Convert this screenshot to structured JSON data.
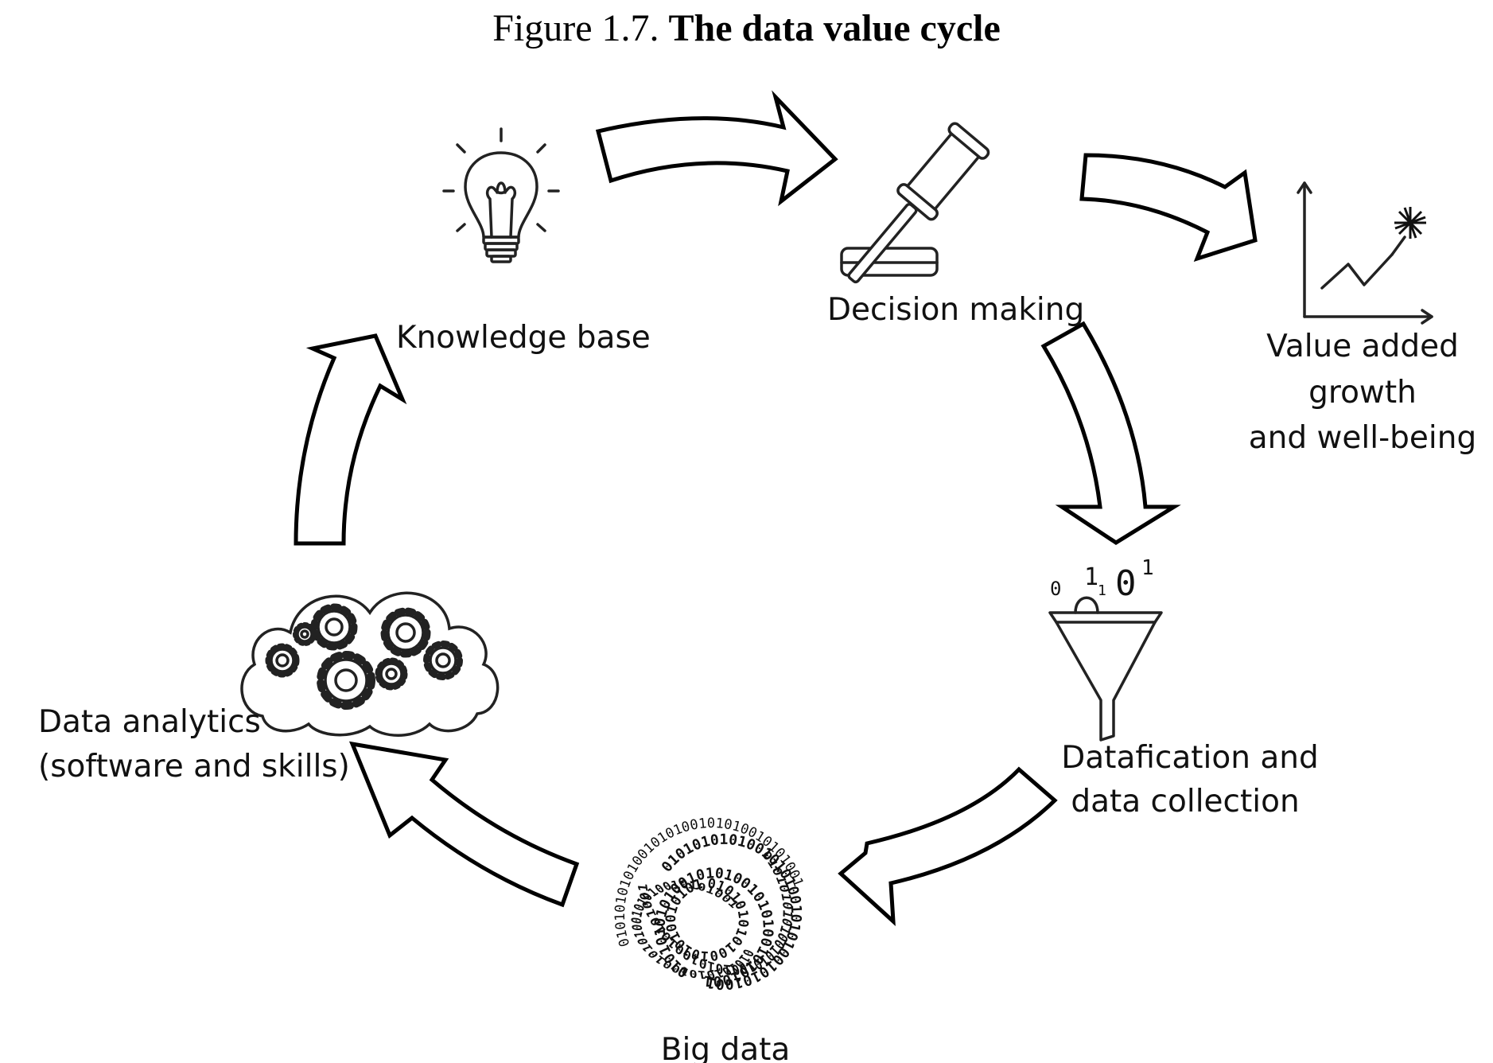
{
  "figure": {
    "number": "Figure 1.7.",
    "title": "The data value cycle"
  },
  "nodes": {
    "knowledge_base": "Knowledge base",
    "decision_making": "Decision making",
    "value_added": [
      "Value added",
      "growth",
      "and well-being"
    ],
    "datafication": [
      "Datafication and",
      "data collection"
    ],
    "big_data": "Big data",
    "data_analytics": [
      "Data analytics",
      "(software and skills)"
    ]
  },
  "icons": {
    "knowledge_base": "lightbulb-icon",
    "decision_making": "gavel-icon",
    "value_added": "growth-chart-icon",
    "datafication": "funnel-icon",
    "big_data": "binary-tangle-icon",
    "data_analytics": "cloud-gears-icon"
  },
  "funnel_bits": [
    "0",
    "1",
    "1",
    "0",
    "1"
  ],
  "big_data_bits": "0101010101001010100101010010101001"
}
